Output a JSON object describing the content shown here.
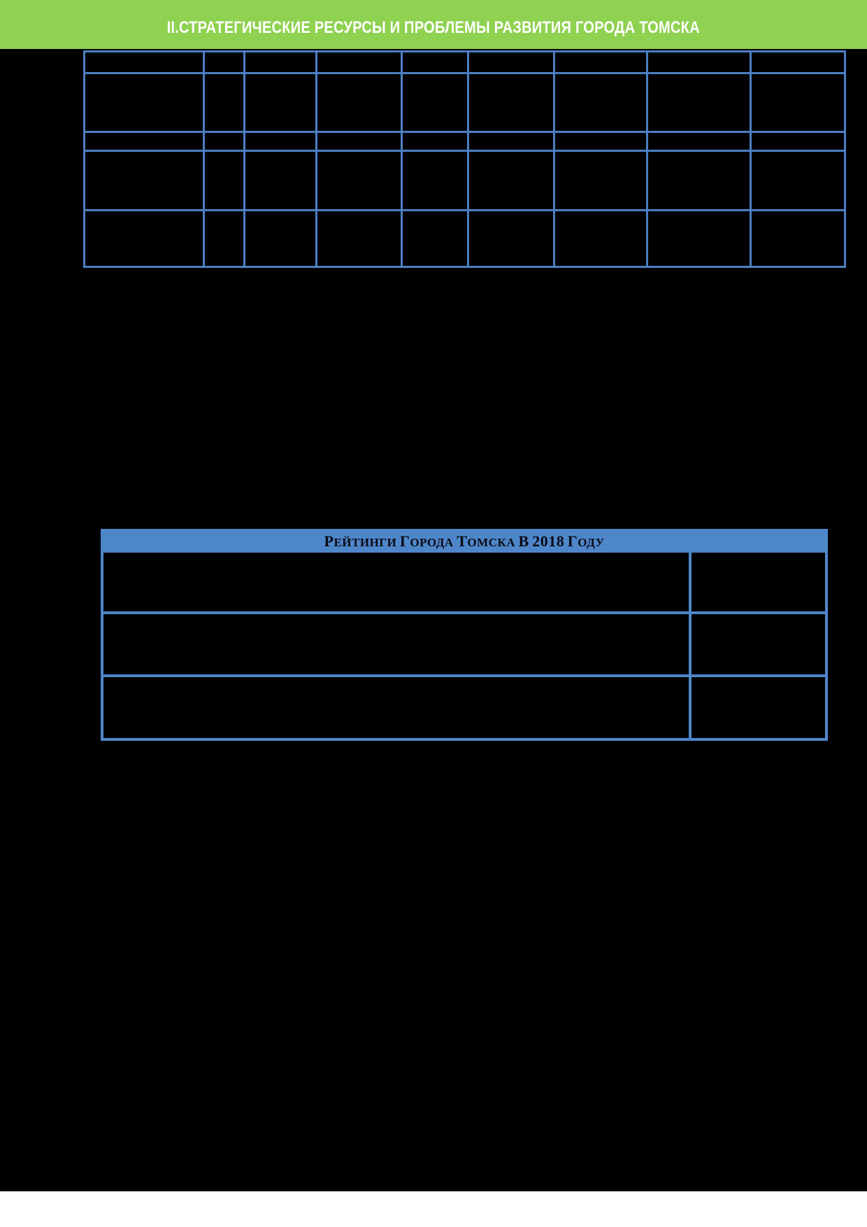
{
  "page": {
    "background_color": "#000000",
    "footer_strip_color": "#ffffff"
  },
  "top_banner": {
    "title": "II.СТРАТЕГИЧЕСКИЕ РЕСУРСЫ И ПРОБЛЕМЫ РАЗВИТИЯ ГОРОДА ТОМСКА",
    "background_color": "#8fd150",
    "text_color": "#ffffff"
  },
  "indicators_table": {
    "border_color": "#4c80c2",
    "rows": 5,
    "columns": 9,
    "visible_cell_text": ""
  },
  "ratings_table": {
    "title": "РЕЙТИНГИ ГОРОДА ТОМСКА В 2018 ГОДУ",
    "header_background_color": "#4e86ca",
    "header_text_color": "#0a0a12",
    "border_color": "#4e86ca",
    "rows": 3,
    "columns": 2,
    "visible_cell_text": ""
  }
}
